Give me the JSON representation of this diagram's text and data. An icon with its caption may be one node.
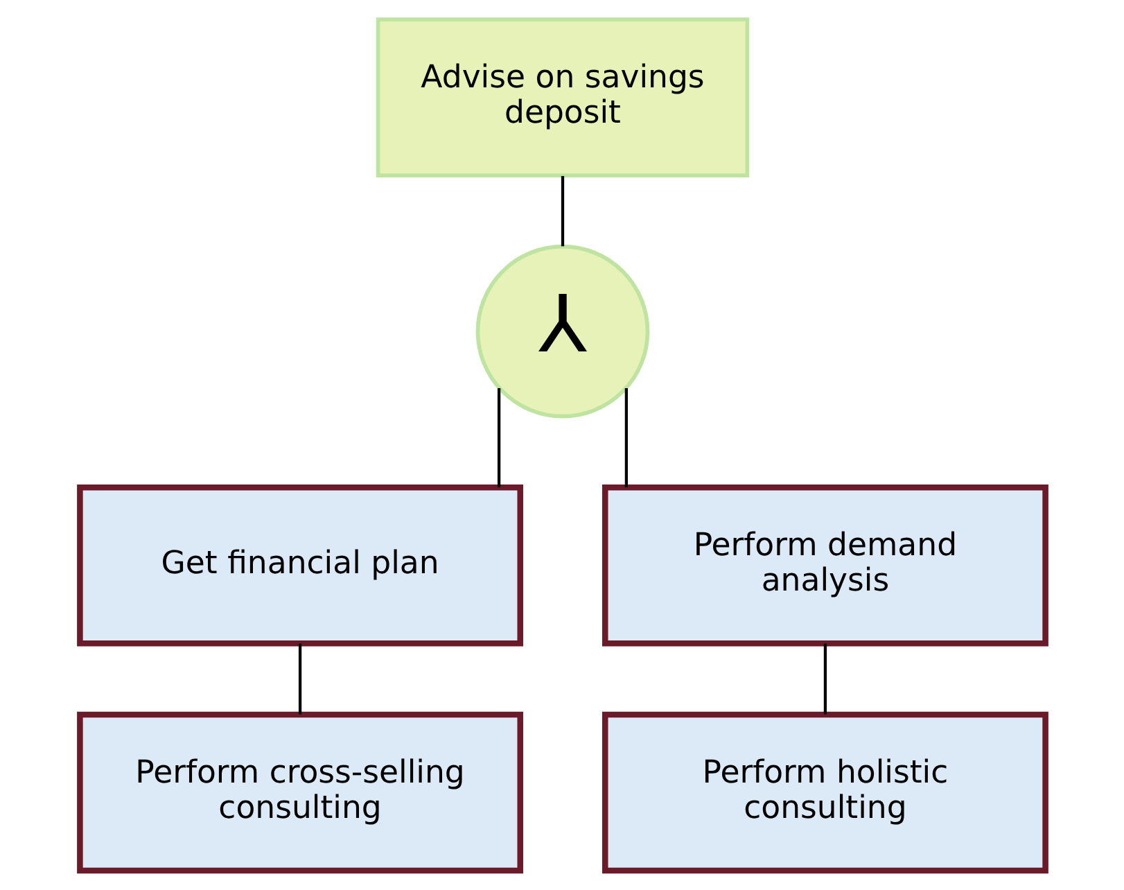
{
  "diagram": {
    "nodes": [
      {
        "text": [
          "Advise on savings deposit"
        ]
      },
      {
        "text": [
          "⅄"
        ]
      },
      {
        "text": [
          "Get financial plan"
        ]
      },
      {
        "text": [
          "Perform demand analysis"
        ]
      },
      {
        "text": [
          "Perform cross-selling consulting"
        ]
      },
      {
        "text": [
          "Perform holistic consulting"
        ]
      }
    ],
    "edges": [
      {
        "from": 0,
        "to": 1,
        "arrow": "none"
      },
      {
        "from": 1,
        "to": 2,
        "arrow": "none"
      },
      {
        "from": 1,
        "to": 3,
        "arrow": "none"
      },
      {
        "from": 2,
        "to": 4,
        "arrow": "none"
      },
      {
        "from": 3,
        "to": 5,
        "arrow": "none"
      }
    ]
  }
}
